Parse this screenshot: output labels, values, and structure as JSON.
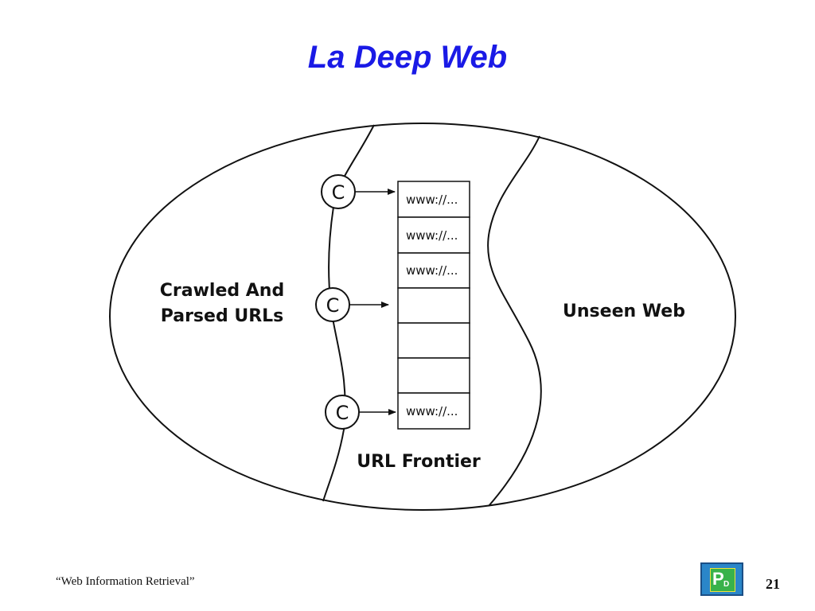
{
  "slide": {
    "title": "La Deep Web",
    "footer": "“Web Information Retrieval”",
    "page_number": "21"
  },
  "diagram": {
    "regions": {
      "crawled_line1": "Crawled And",
      "crawled_line2": "Parsed URLs",
      "frontier": "URL Frontier",
      "unseen": "Unseen Web"
    },
    "crawler_label": "C",
    "frontier_cells": [
      "www://...",
      "www://...",
      "www://...",
      "",
      "",
      "",
      "www://..."
    ]
  },
  "logo": {
    "letter_main": "P",
    "letter_small": "D"
  }
}
